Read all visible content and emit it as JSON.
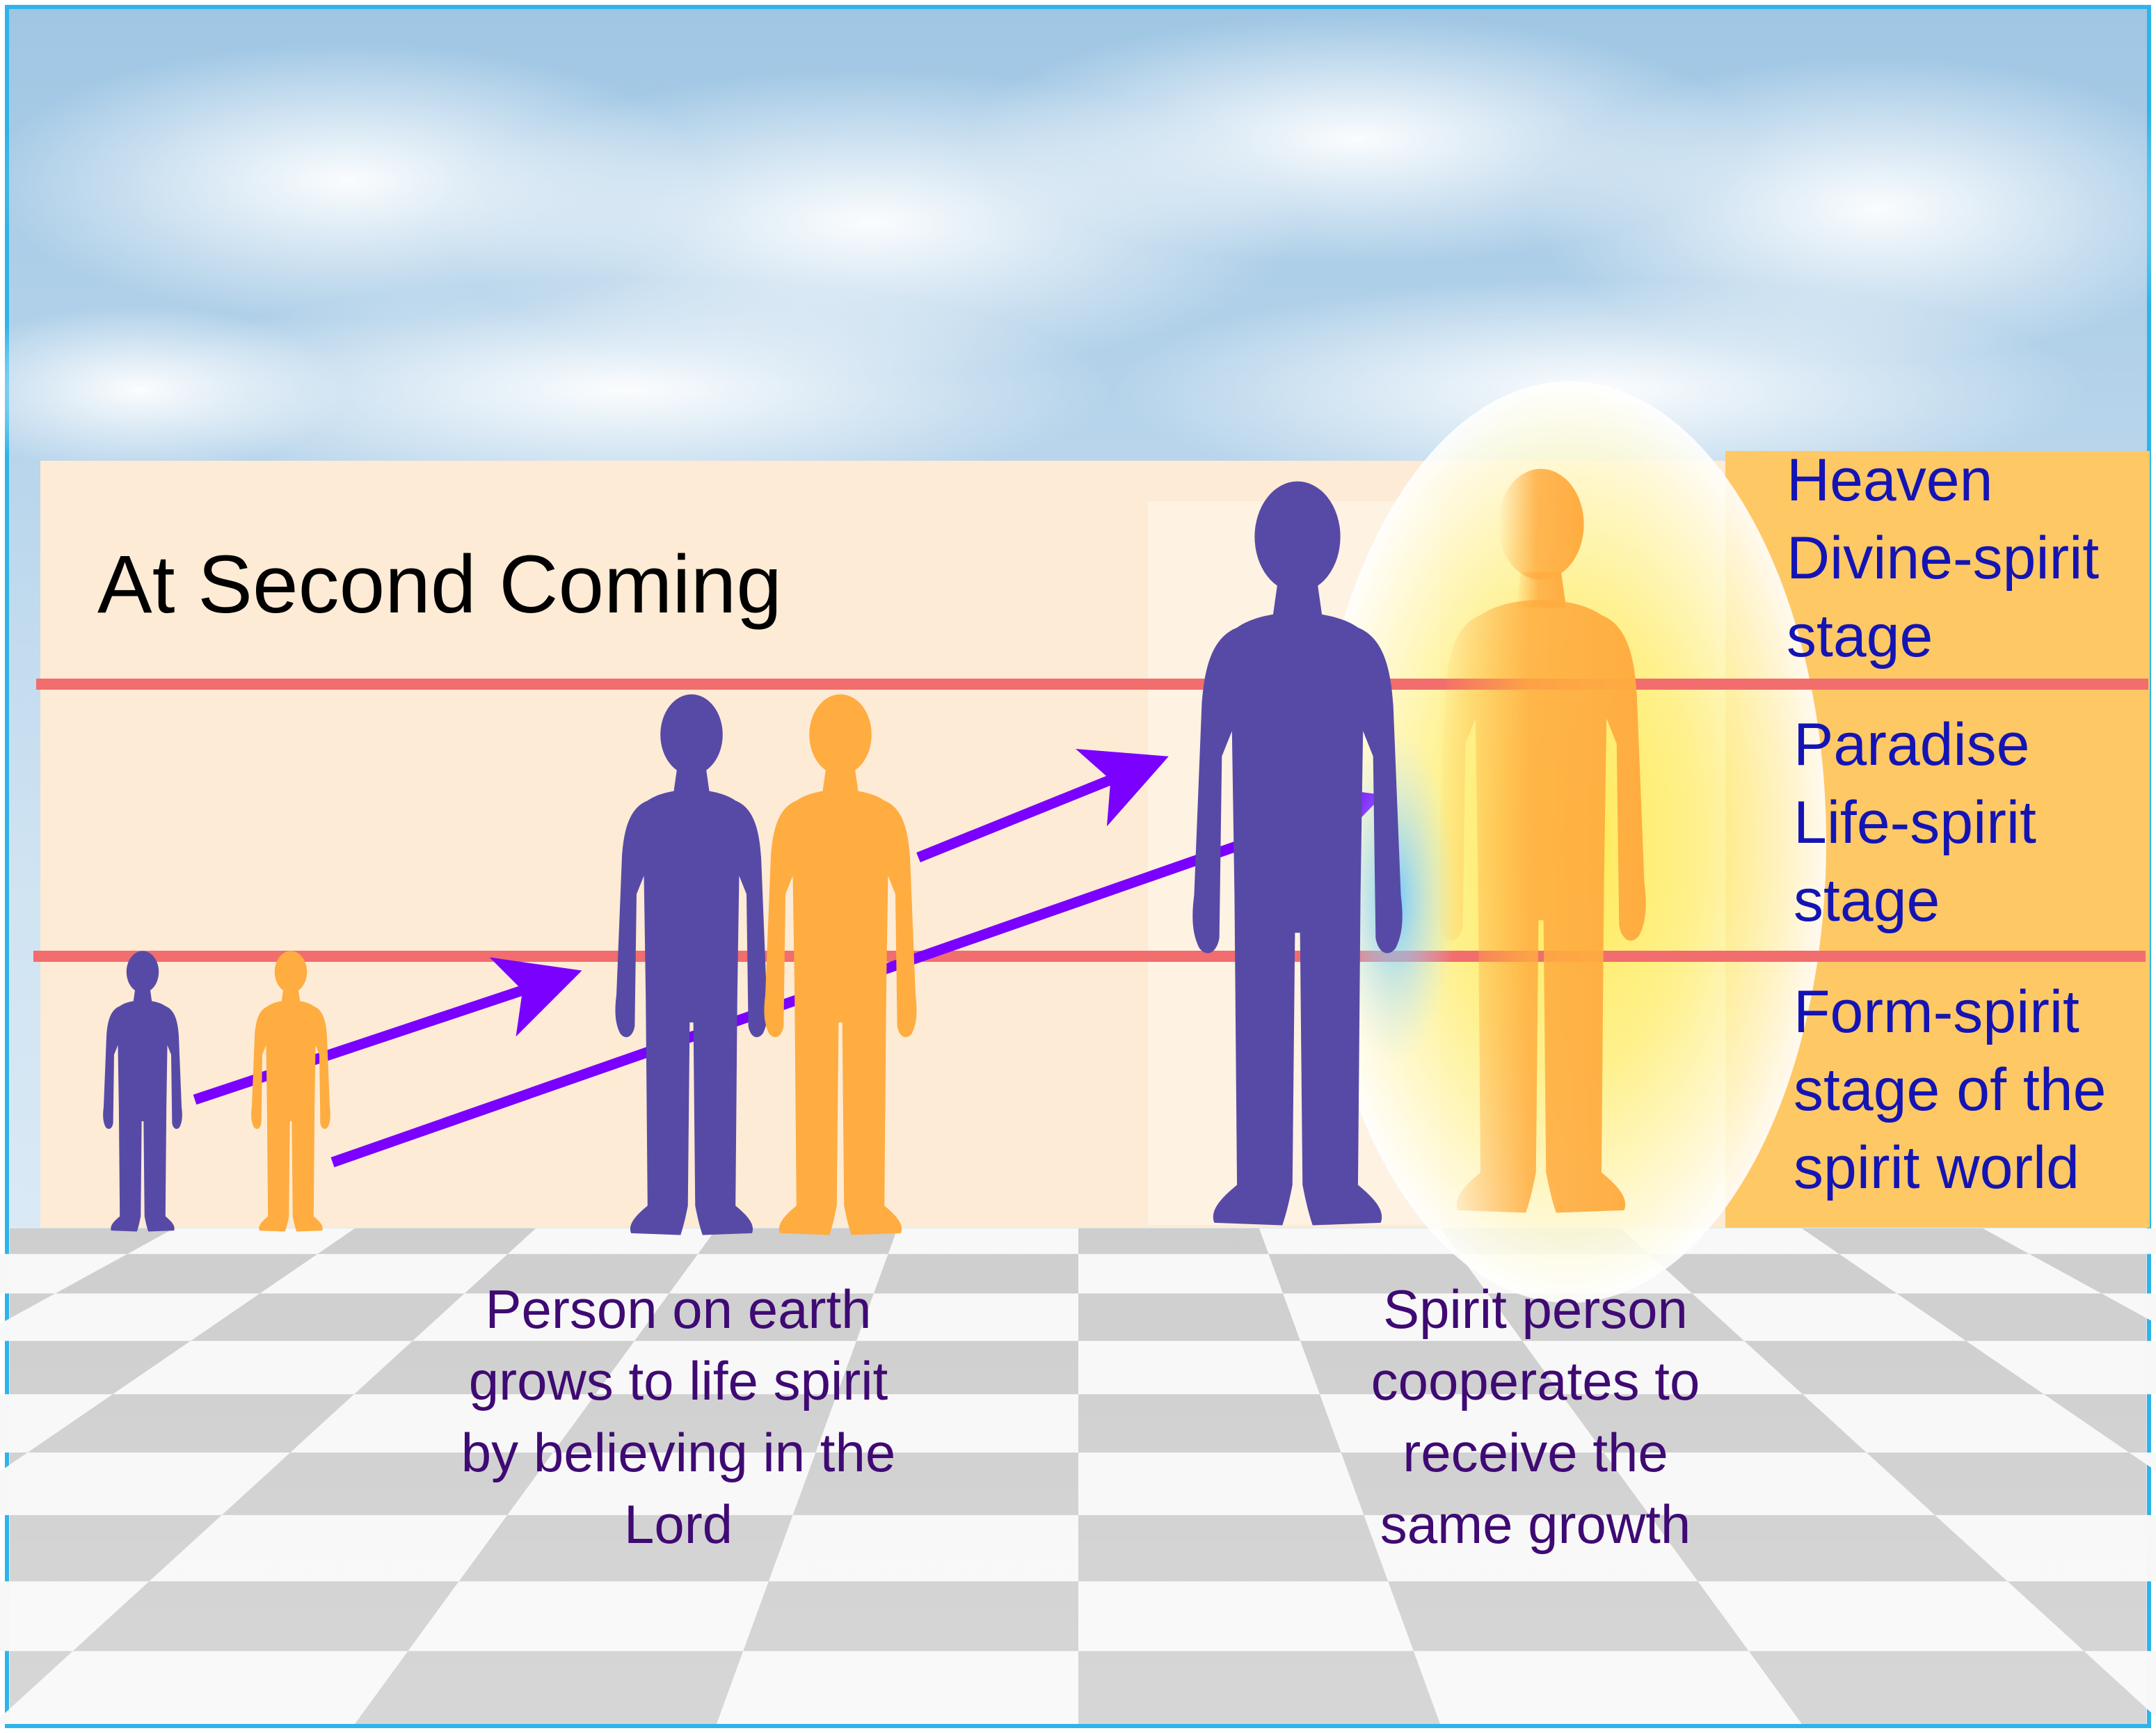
{
  "title": "At Second Coming",
  "stages": {
    "heaven": [
      "Heaven",
      "Divine-spirit",
      "stage"
    ],
    "paradise": [
      "Paradise",
      "Life-spirit",
      "stage"
    ],
    "form": [
      "Form-spirit",
      "stage of the",
      "spirit world"
    ]
  },
  "captions": {
    "earth": [
      "Person on earth",
      "grows to life spirit",
      "by believing in the",
      "Lord"
    ],
    "spirit": [
      "Spirit person",
      "cooperates to",
      "receive the",
      "same growth"
    ]
  },
  "colors": {
    "earth_person": "#574aa6",
    "spirit_person": "#ffac40",
    "arrow": "#7a00ff",
    "stage_line": "#f26d6d",
    "panel": "#fdebd5",
    "stage_column": "#fec865",
    "label_text": "#1414b4",
    "caption_text": "#3f0a73"
  }
}
